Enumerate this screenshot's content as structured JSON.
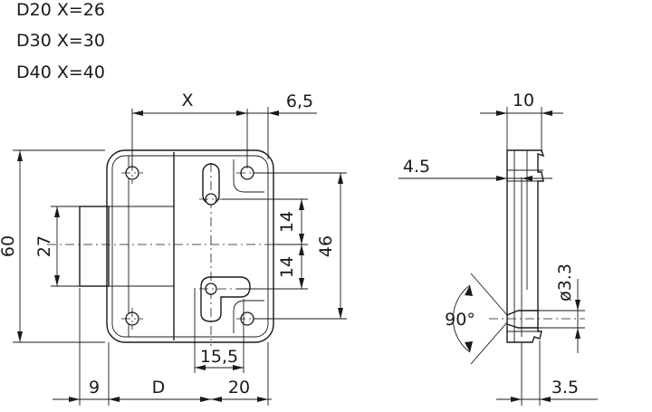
{
  "legend": [
    "D20 X=26",
    "D30 X=30",
    "D40 X=40"
  ],
  "dimensions": {
    "x": "X",
    "six_five": "6,5",
    "sixty": "60",
    "twenty_seven": "27",
    "fourteen_top": "14",
    "fourteen_bottom": "14",
    "forty_six": "46",
    "fifteen_five": "15,5",
    "nine": "9",
    "d": "D",
    "twenty": "20",
    "ten": "10",
    "four_five": "4.5",
    "hole_diameter": "ø3.3",
    "angle": "90°",
    "three_five": "3.5"
  }
}
